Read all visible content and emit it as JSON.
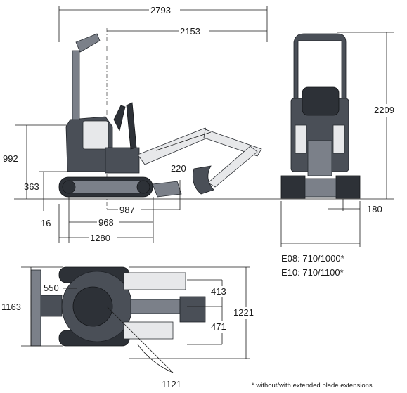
{
  "dimensions": {
    "overall_length": "2793",
    "transport_length": "2153",
    "track_height": "363",
    "height_upper": "992",
    "ground_clearance": "16",
    "blade_depth": "220",
    "blade_reach": "987",
    "tumbler_length": "968",
    "track_length": "1280",
    "canopy_height": "2209",
    "blade_lift": "180",
    "blade_width_e08": "E08: 710/1000*",
    "blade_width_e10": "E10: 710/1100*",
    "tail_swing": "550",
    "track_gauge": "1163",
    "offset_left": "413",
    "offset_right": "471",
    "overall_width": "1221",
    "swing_radius": "1121"
  },
  "footnote": "* without/with extended blade extensions"
}
